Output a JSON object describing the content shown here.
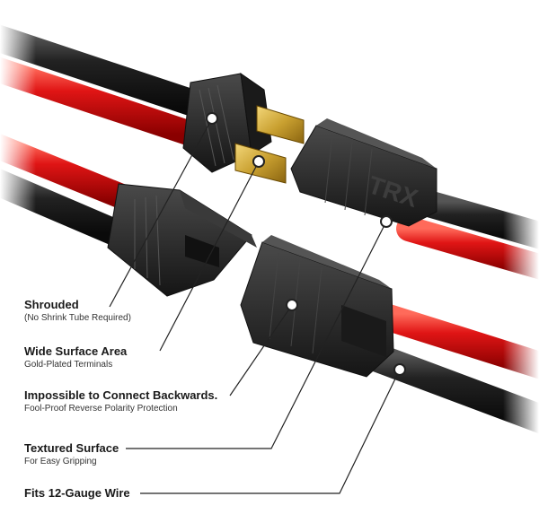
{
  "callouts": [
    {
      "title": "Shrouded",
      "subtitle": "(No Shrink Tube Required)"
    },
    {
      "title": "Wide Surface Area",
      "subtitle": "Gold-Plated Terminals"
    },
    {
      "title": "Impossible to Connect Backwards.",
      "subtitle": "Fool-Proof Reverse Polarity Protection"
    },
    {
      "title": "Textured Surface",
      "subtitle": "For Easy Gripping"
    },
    {
      "title": "Fits 12-Gauge Wire",
      "subtitle": ""
    }
  ],
  "housing_logo": "TRX",
  "colors": {
    "wire_black": "#1b1b1b",
    "wire_red": "#d01010",
    "housing": "#262626",
    "terminal_gold": "#c9a030",
    "callout_line": "#222222"
  }
}
